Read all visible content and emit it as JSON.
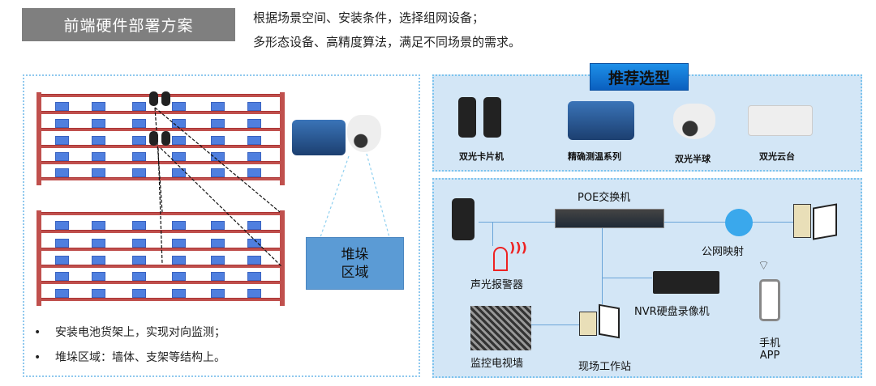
{
  "header": {
    "title": "前端硬件部署方案"
  },
  "description": [
    "根据场景空间、安装条件，选择组网设备；",
    "多形态设备、高精度算法，满足不同场景的需求。"
  ],
  "left_panel": {
    "stack_area_label": [
      "堆垛",
      "区域"
    ],
    "bullets": [
      "安装电池货架上，实现对向监测；",
      "堆垛区域：墙体、支架等结构上。"
    ]
  },
  "recommend": {
    "title": "推荐选型",
    "products": [
      "双光卡片机",
      "精确测温系列",
      "双光半球",
      "双光云台"
    ]
  },
  "network": {
    "switch": "POE交换机",
    "alarm": "声光报警器",
    "public_mapping": "公网映射",
    "nvr": "NVR硬盘录像机",
    "tv_wall": "监控电视墙",
    "workstation": "现场工作站",
    "mobile": [
      "手机",
      "APP"
    ]
  },
  "colors": {
    "shelf": "#c0504d",
    "box": "#4f7fdf",
    "panel": "#d3e6f6",
    "accent": "#1e90e8",
    "header": "#7f7f7f"
  }
}
